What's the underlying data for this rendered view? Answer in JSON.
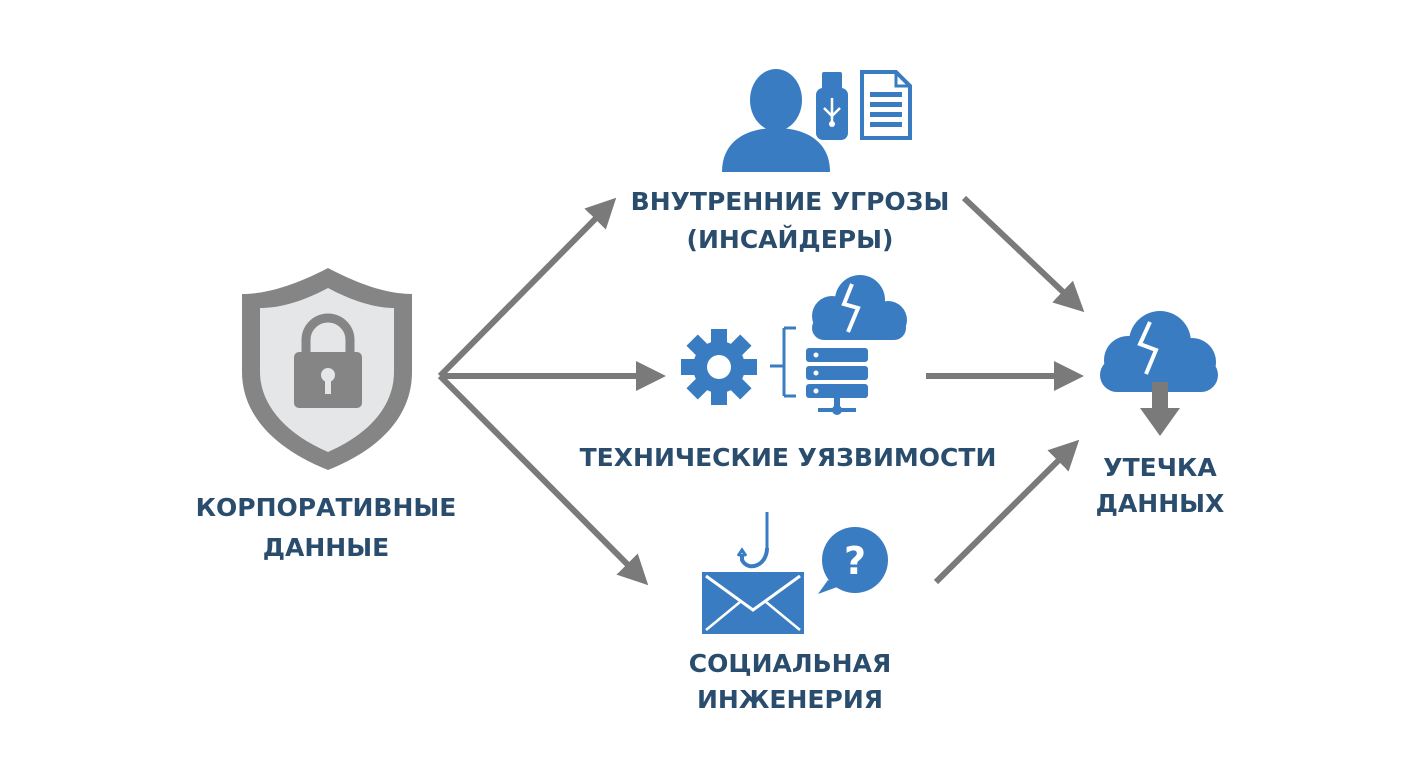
{
  "nodes": {
    "corporate_data": {
      "line1": "КОРПОРАТИВНЫЕ",
      "line2": "ДАННЫЕ",
      "icon": "shield-lock-icon"
    },
    "insider_threats": {
      "line1": "ВНУТРЕННИЕ УГРОЗЫ",
      "line2": "(ИНСАЙДЕРЫ)",
      "icons": [
        "person-icon",
        "usb-drive-icon",
        "document-icon"
      ]
    },
    "technical_vulnerabilities": {
      "line1": "ТЕХНИЧЕСКИЕ УЯЗВИМОСТИ",
      "icons": [
        "gear-icon",
        "broken-cloud-icon",
        "server-icon"
      ]
    },
    "social_engineering": {
      "line1": "СОЦИАЛЬНАЯ",
      "line2": "ИНЖЕНЕРИЯ",
      "icons": [
        "phishing-hook-icon",
        "envelope-icon",
        "question-bubble-icon"
      ]
    },
    "data_leak": {
      "line1": "УТЕЧКА",
      "line2": "ДАННЫХ",
      "icon": "cloud-leak-icon"
    }
  },
  "colors": {
    "accent_blue": "#3a7cc1",
    "text_navy": "#2a4d6e",
    "arrow_gray": "#7a7a7a",
    "shield_gray": "#858585",
    "shield_fill": "#e4e6e8"
  }
}
